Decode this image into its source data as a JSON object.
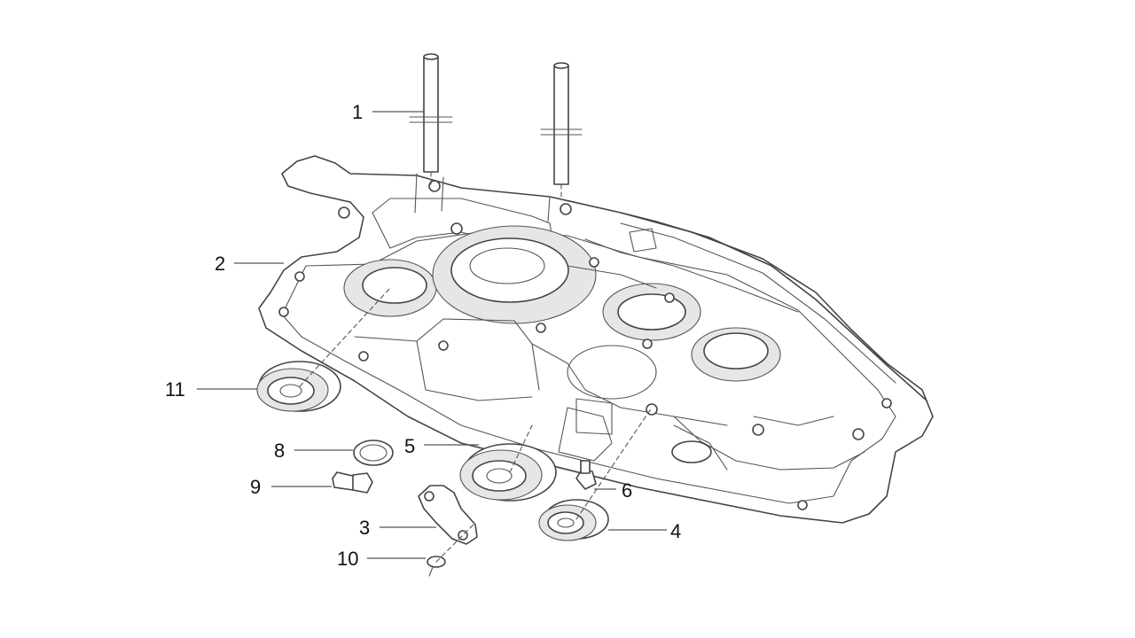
{
  "callouts": [
    {
      "label": "1"
    },
    {
      "label": "2"
    },
    {
      "label": "3"
    },
    {
      "label": "4"
    },
    {
      "label": "5"
    },
    {
      "label": "6"
    },
    {
      "label": "8"
    },
    {
      "label": "9"
    },
    {
      "label": "10"
    },
    {
      "label": "11"
    }
  ],
  "colors": {
    "line": "#444444",
    "background": "#ffffff",
    "text": "#111111"
  }
}
